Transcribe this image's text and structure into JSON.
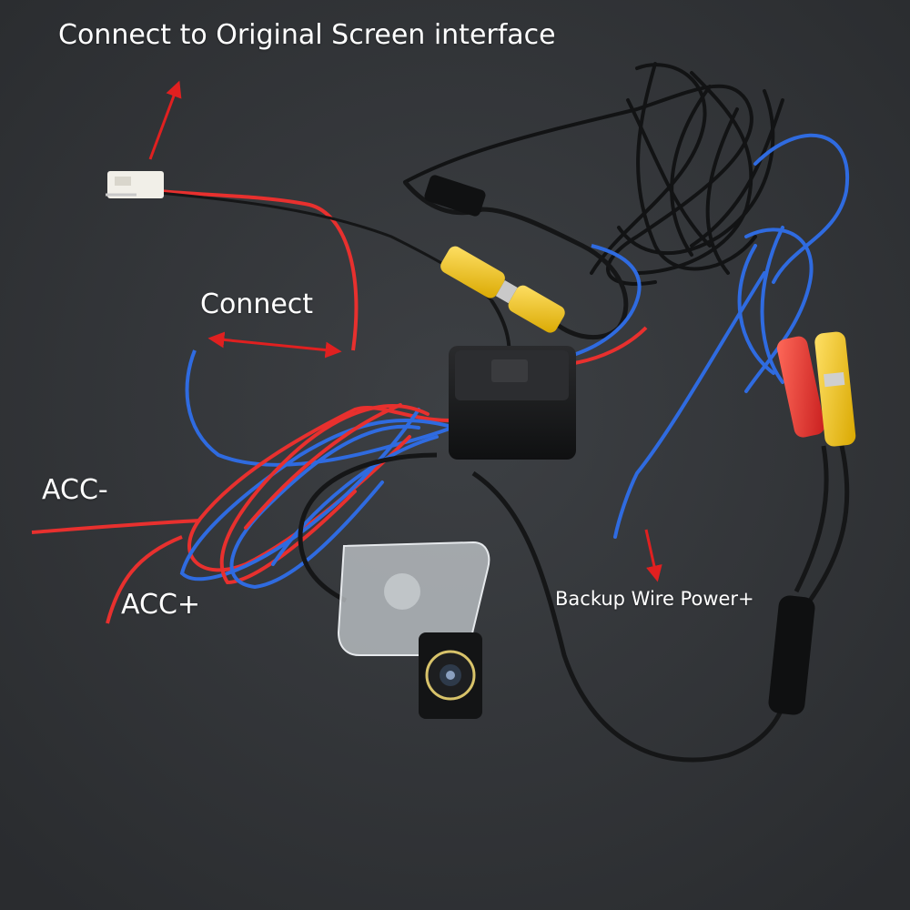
{
  "labels": {
    "screen_interface": "Connect to Original Screen interface",
    "connect": "Connect",
    "acc_minus": "ACC-",
    "acc_plus": "ACC+",
    "backup_power": "Backup Wire Power+"
  },
  "colors": {
    "background": "#333538",
    "wire_red": "#e8302e",
    "wire_blue": "#2f6be0",
    "wire_black": "#151617",
    "rca_yellow": "#f2c81a",
    "rca_red": "#e8302e",
    "arrow_red": "#e02020",
    "label_text": "#ffffff"
  }
}
